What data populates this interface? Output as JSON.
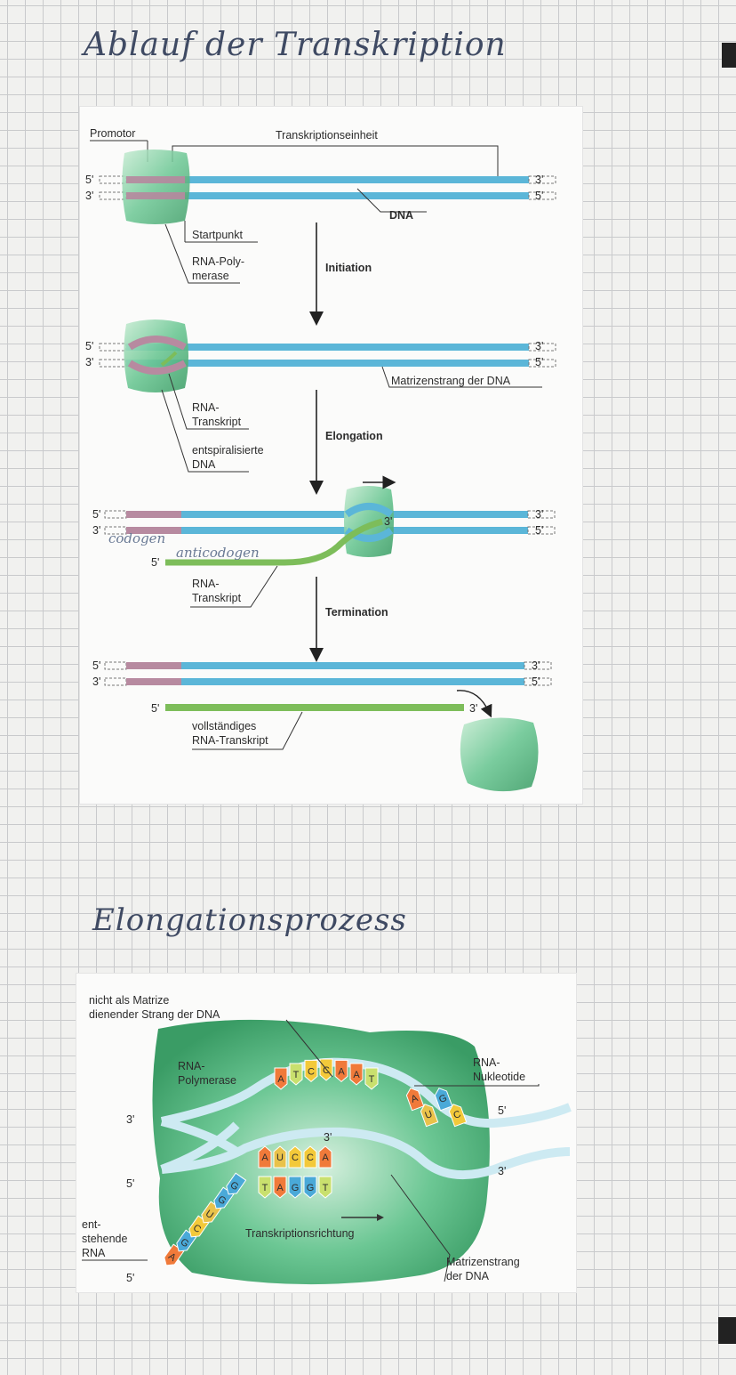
{
  "page": {
    "title": "Ablauf der Transkription",
    "subtitle": "Elongationsprozess"
  },
  "diagram1": {
    "labels": {
      "promotor": "Promotor",
      "transkriptionseinheit": "Transkriptionseinheit",
      "dna": "DNA",
      "startpunkt": "Startpunkt",
      "rna_polymerase_1": "RNA-Poly-",
      "rna_polymerase_2": "merase",
      "initiation": "Initiation",
      "matrizenstrang": "Matrizenstrang der DNA",
      "rna_transkript_a1": "RNA-",
      "rna_transkript_a2": "Transkript",
      "entspiralisierte_1": "entspiralisierte",
      "entspiralisierte_2": "DNA",
      "elongation": "Elongation",
      "rna_transkript_b1": "RNA-",
      "rna_transkript_b2": "Transkript",
      "termination": "Termination",
      "vollstaendiges_1": "vollständiges",
      "vollstaendiges_2": "RNA-Transkript",
      "five_prime": "5'",
      "three_prime": "3'"
    },
    "handwritten": {
      "codogen": "codogen",
      "anticodogen": "anticodogen"
    },
    "colors": {
      "dna_strand": "#5bb6d8",
      "promoter_region": "#b78aa0",
      "polymerase": "#5fbf8a",
      "rna": "#7dbd5a"
    }
  },
  "diagram2": {
    "labels": {
      "nicht_1": "nicht als Matrize",
      "nicht_2": "dienender Strang der DNA",
      "rna_polymerase_1": "RNA-",
      "rna_polymerase_2": "Polymerase",
      "rna_nukleotide_1": "RNA-",
      "rna_nukleotide_2": "Nukleotide",
      "entstehende_1": "ent-",
      "entstehende_2": "stehende",
      "entstehende_3": "RNA",
      "transkriptionsrichtung": "Transkriptionsrichtung",
      "matrizenstrang_1": "Matrizenstrang",
      "matrizenstrang_2": "der DNA",
      "five_prime": "5'",
      "three_prime": "3'"
    },
    "upper_bases": [
      "A",
      "T",
      "C",
      "C",
      "A",
      "A",
      "T"
    ],
    "middle_bases": [
      "A",
      "U",
      "C",
      "C",
      "A"
    ],
    "lower_bases": [
      "T",
      "A",
      "G",
      "G",
      "T"
    ],
    "rna_bases": [
      "A",
      "G",
      "C",
      "U",
      "G",
      "G"
    ],
    "free_bases": [
      "A",
      "U",
      "G",
      "C"
    ],
    "colors": {
      "A": "#f07a3a",
      "T": "#c9e06e",
      "C": "#f3c93a",
      "G": "#4aa9d8",
      "U": "#e9c24a"
    }
  }
}
